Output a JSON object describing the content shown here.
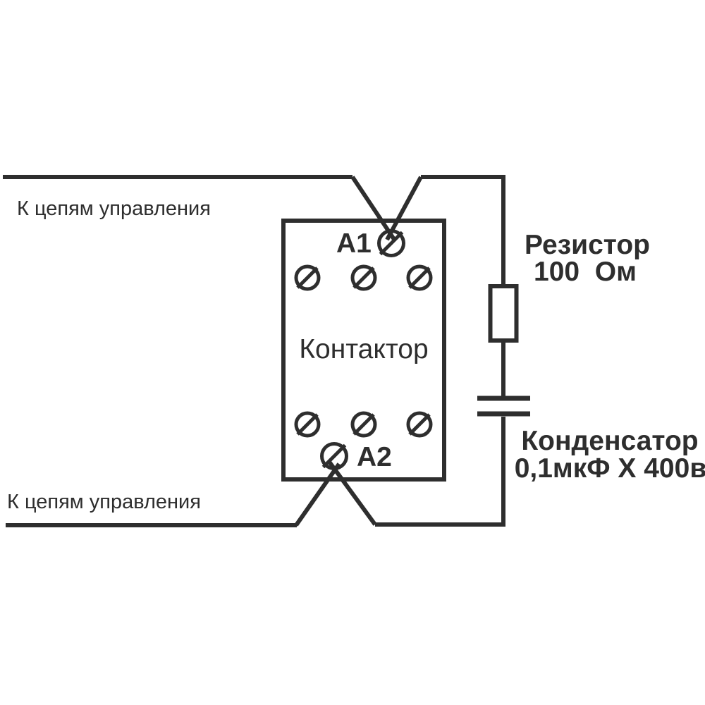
{
  "diagram": {
    "kind": "contactor-rc-snubber-wiring",
    "colors": {
      "ink": "#2e2e2e",
      "background": "#ffffff"
    },
    "labels": {
      "control_top": "К цепям управления",
      "control_bottom": "К цепям управления",
      "contactor": "Контактор",
      "terminal_a1": "А1",
      "terminal_a2": "А2"
    },
    "resistor": {
      "name": "Резистор",
      "value": "100  Ом"
    },
    "capacitor": {
      "name": "Конденсатор",
      "value": "0,1мкФ Х 400в"
    }
  }
}
